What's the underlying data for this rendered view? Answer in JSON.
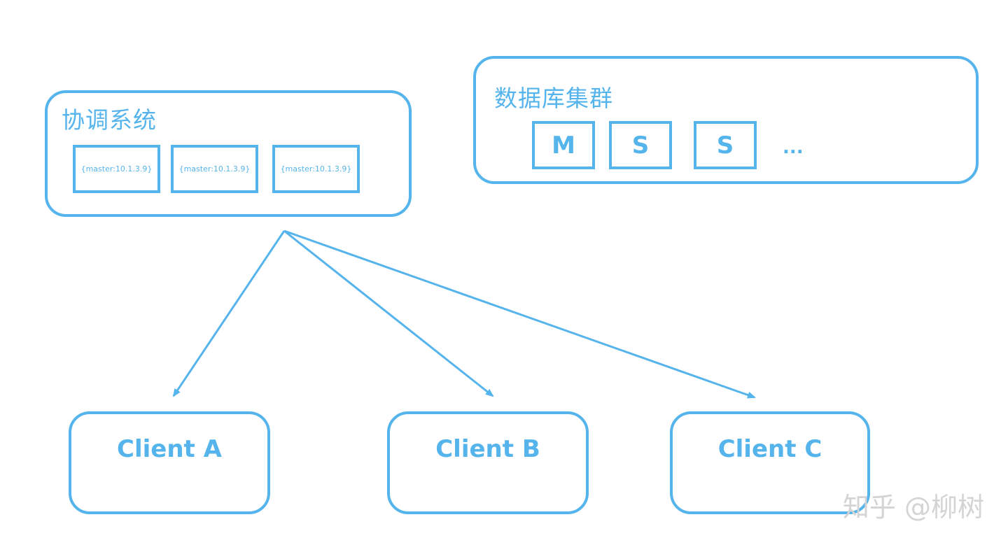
{
  "colors": {
    "primary": "#56b4ec",
    "watermark": "#d4d4d4",
    "background": "#ffffff"
  },
  "coordination": {
    "title": "协调系统",
    "entries": [
      "{master:10.1.3.9}",
      "{master:10.1.3.9}",
      "{master:10.1.3.9}"
    ]
  },
  "database": {
    "title": "数据库集群",
    "nodes": [
      "M",
      "S",
      "S"
    ],
    "more": "..."
  },
  "clients": [
    "Client A",
    "Client B",
    "Client C"
  ],
  "watermark": "知乎 @柳树"
}
